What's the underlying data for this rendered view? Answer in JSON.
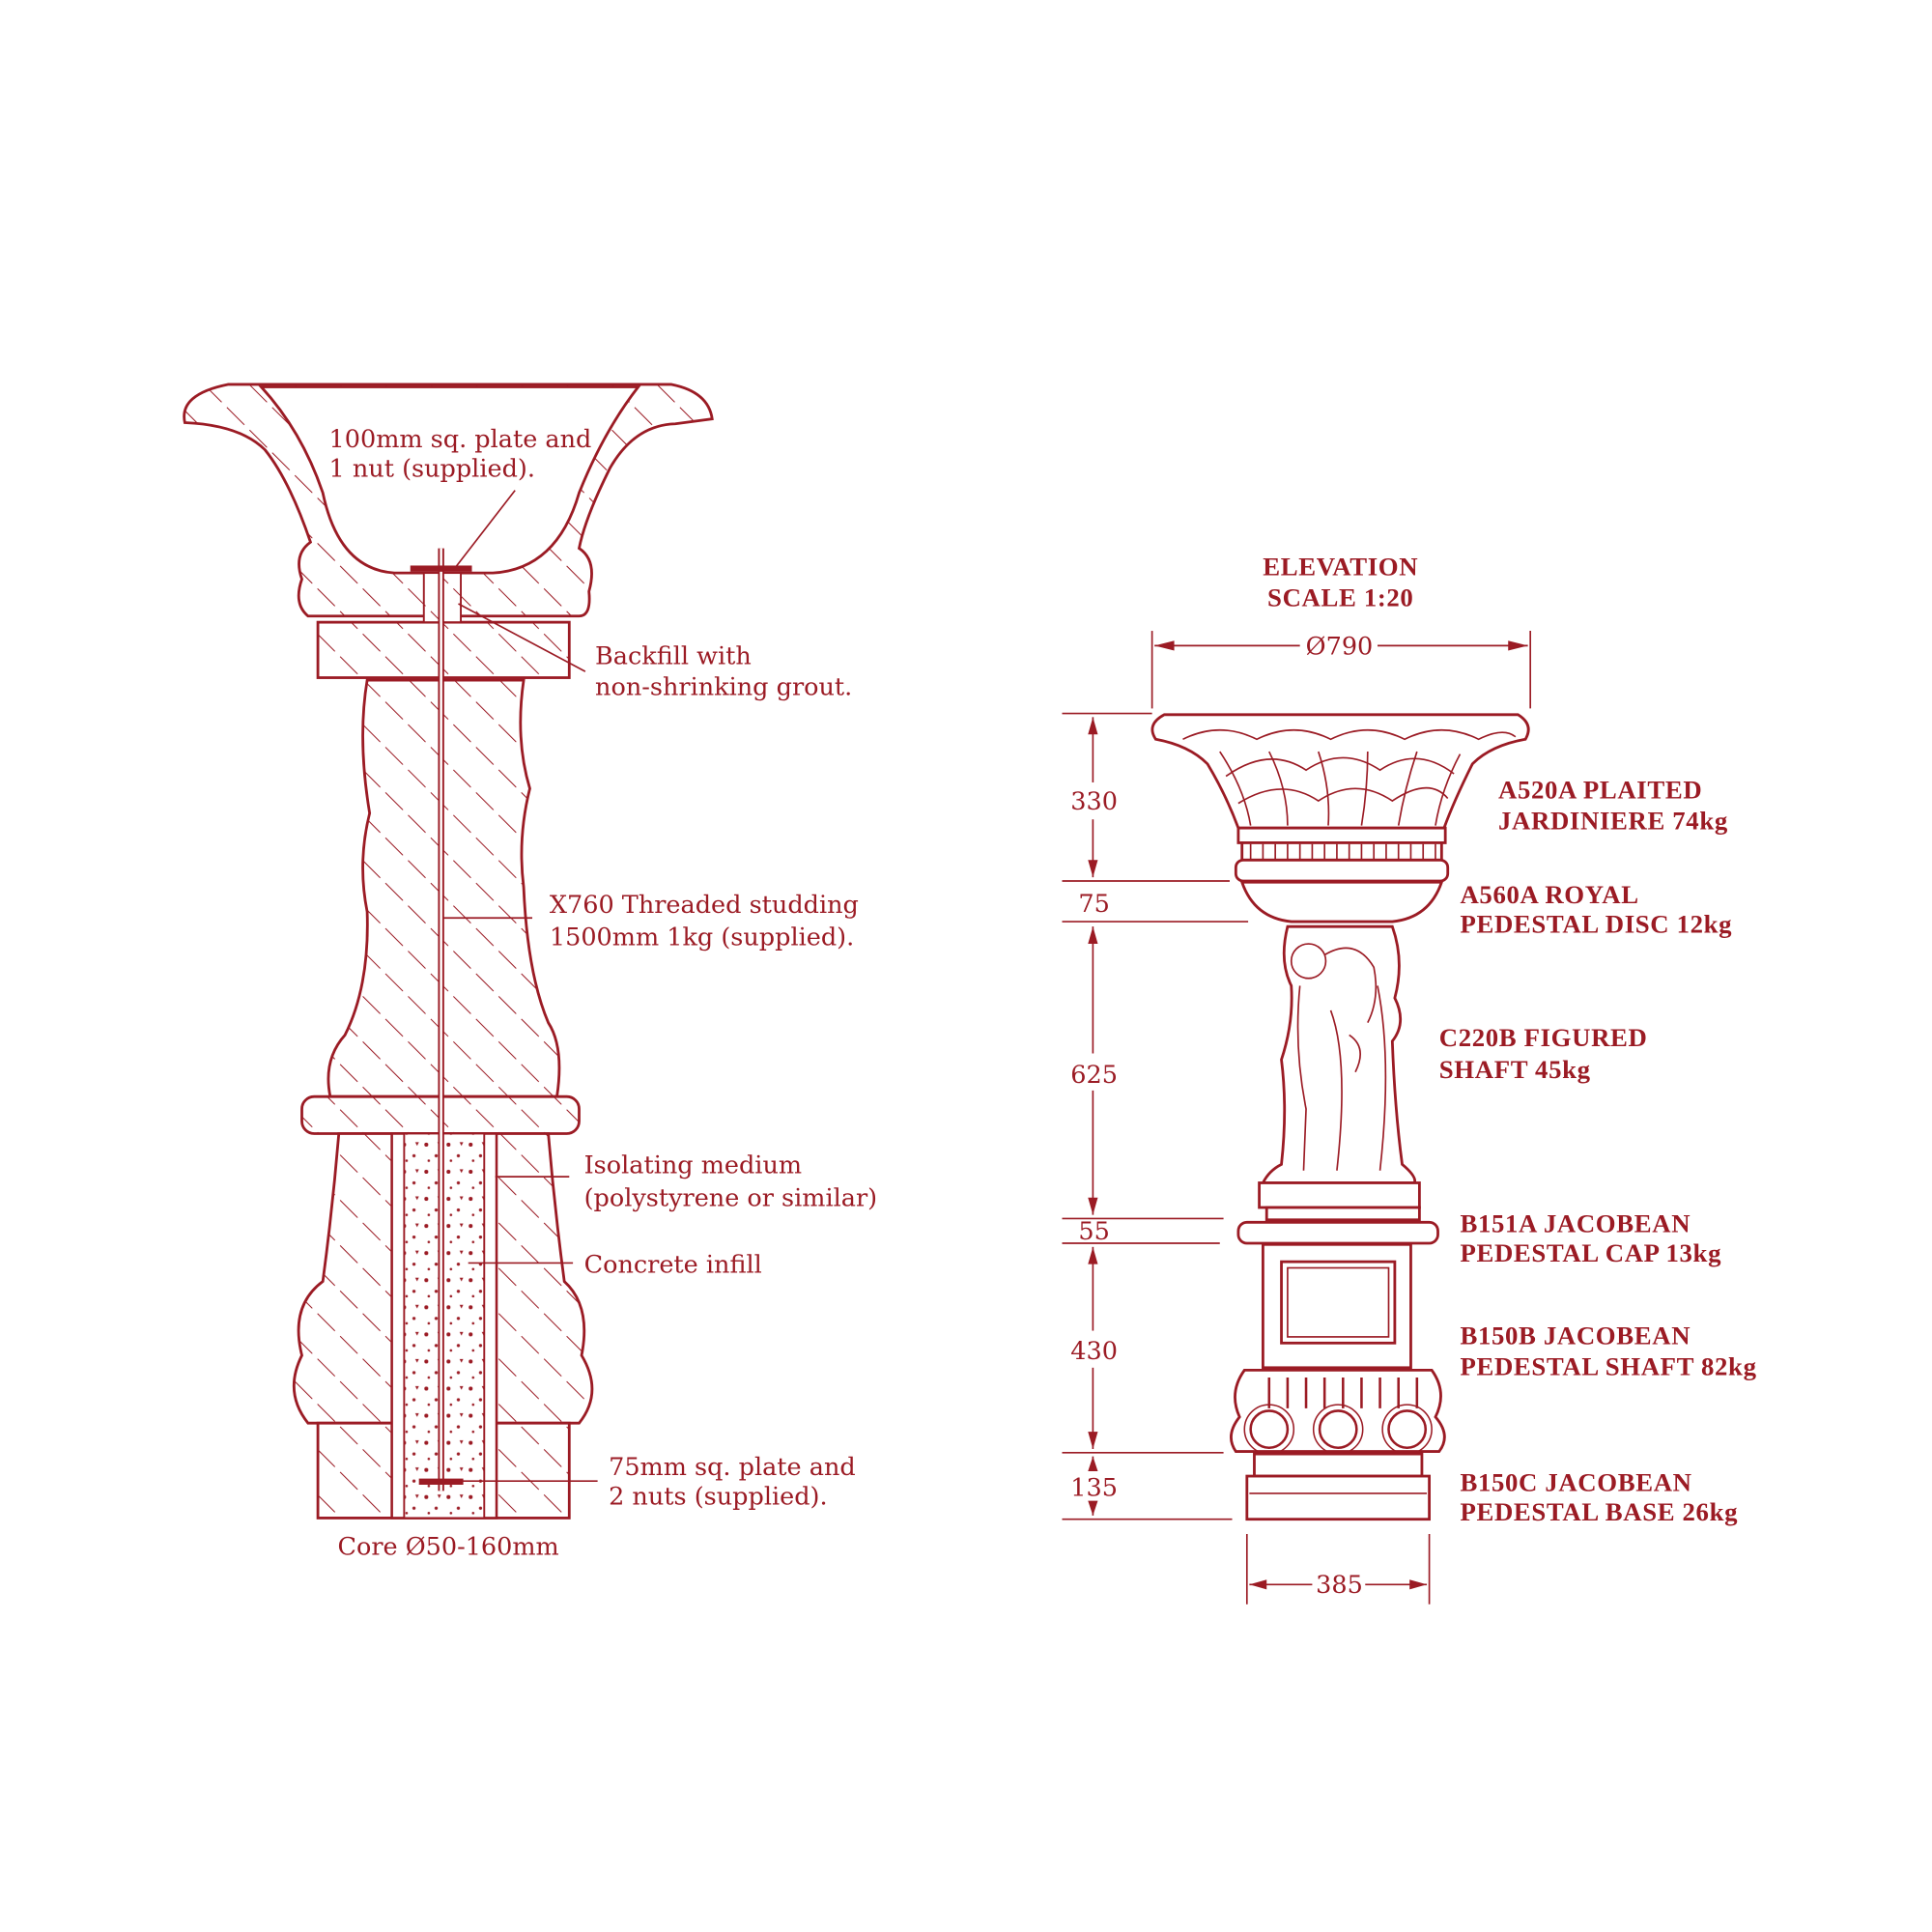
{
  "colors": {
    "ink": "#9b1b24",
    "background": "#ffffff"
  },
  "section": {
    "plate_top": [
      "100mm sq. plate and",
      "1 nut (supplied)."
    ],
    "backfill": [
      "Backfill with",
      "non-shrinking grout."
    ],
    "studding": [
      "X760 Threaded studding",
      "1500mm 1kg  (supplied)."
    ],
    "isolating": [
      "Isolating medium",
      "(polystyrene or similar)"
    ],
    "concrete": "Concrete infill",
    "plate_bottom": [
      "75mm sq. plate and",
      "2 nuts (supplied)."
    ],
    "core": "Core Ø50-160mm"
  },
  "elevation": {
    "title": [
      "ELEVATION",
      "SCALE 1:20"
    ],
    "width_top": "Ø790",
    "width_base": "385",
    "heights": [
      "330",
      "75",
      "625",
      "55",
      "430",
      "135"
    ],
    "parts": [
      {
        "line1": "A520A PLAITED",
        "line2": "JARDINIERE  74kg"
      },
      {
        "line1": "A560A ROYAL",
        "line2": "PEDESTAL DISC  12kg"
      },
      {
        "line1": "C220B FIGURED",
        "line2": "SHAFT  45kg"
      },
      {
        "line1": "B151A JACOBEAN",
        "line2": "PEDESTAL CAP  13kg"
      },
      {
        "line1": "B150B JACOBEAN",
        "line2": "PEDESTAL SHAFT  82kg"
      },
      {
        "line1": "B150C JACOBEAN",
        "line2": "PEDESTAL BASE  26kg"
      }
    ]
  }
}
